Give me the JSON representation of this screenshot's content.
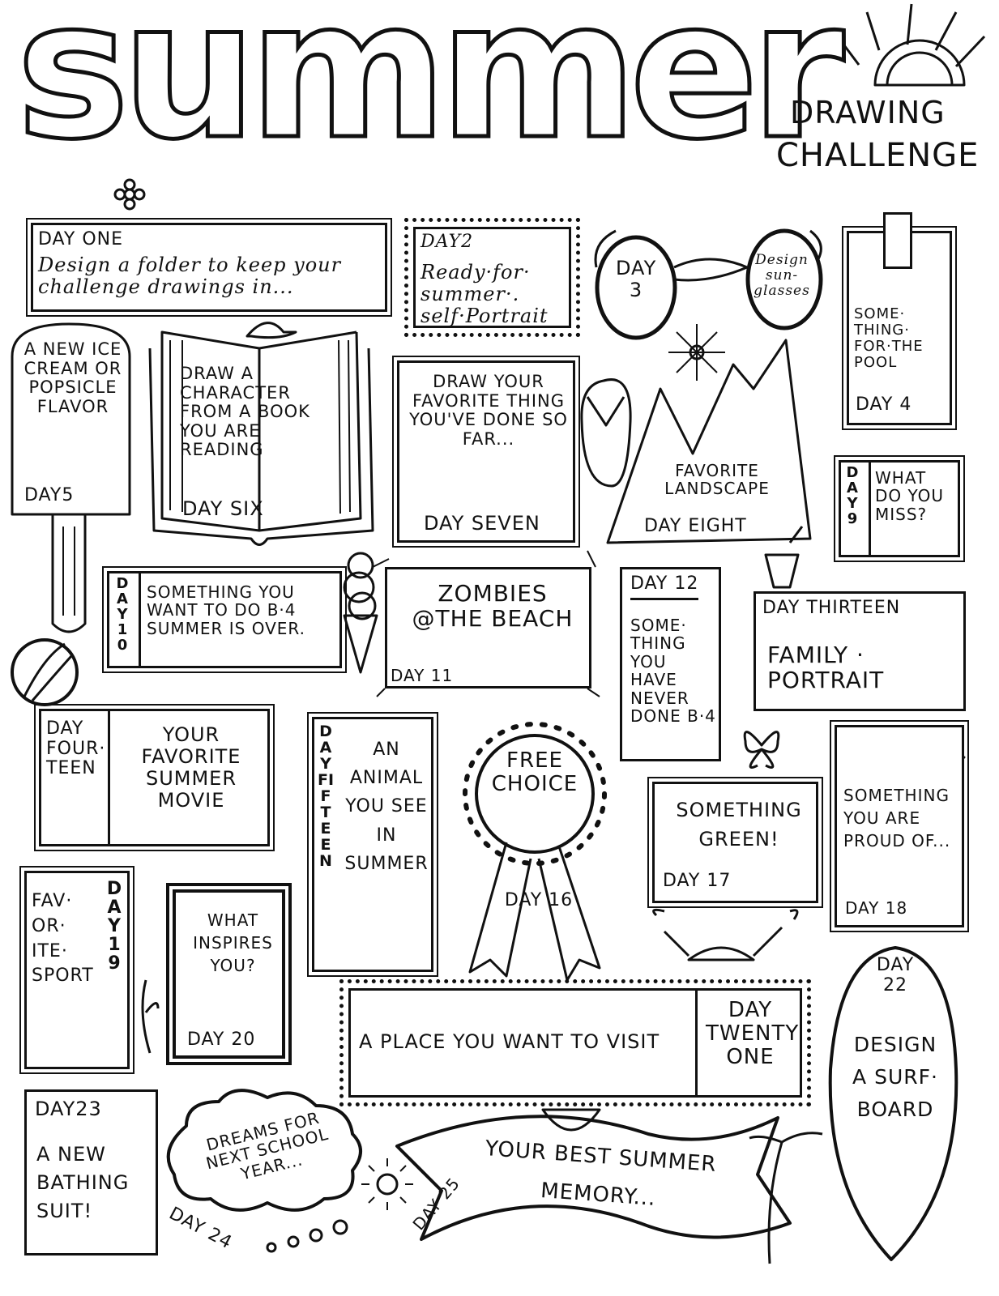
{
  "header": {
    "title": "summer",
    "subtitle_line1": "DRAWING",
    "subtitle_line2": "CHALLENGE"
  },
  "prompts": {
    "d1": {
      "day": "DAY ONE",
      "text": "Design a folder to keep your challenge drawings in..."
    },
    "d2": {
      "day": "DAY2",
      "text": "Ready·for· summer·. self·Portrait"
    },
    "d3": {
      "day": "DAY 3",
      "text": "Design sun-glasses"
    },
    "d4": {
      "day": "DAY 4",
      "text": "SOME· THING· FOR·THE POOL"
    },
    "d5": {
      "day": "DAY5",
      "text": "A NEW ICE CREAM OR POPSICLE FLAVOR"
    },
    "d6": {
      "day": "DAY SIX",
      "text": "DRAW A CHARACTER FROM A BOOK YOU ARE READING"
    },
    "d7": {
      "day": "DAY SEVEN",
      "text": "DRAW YOUR FAVORITE THING YOU'VE DONE SO FAR..."
    },
    "d8": {
      "day": "DAY EIGHT",
      "text": "FAVORITE LANDSCAPE"
    },
    "d9": {
      "day": "DAY 9",
      "text": "WHAT DO YOU MISS?"
    },
    "d10": {
      "day": "DAY 10",
      "text": "SOMETHING YOU WANT TO DO B·4 SUMMER IS OVER."
    },
    "d11": {
      "day": "DAY 11",
      "text": "ZOMBIES @THE BEACH"
    },
    "d12": {
      "day": "DAY 12",
      "text": "SOME· THING YOU HAVE NEVER DONE B·4"
    },
    "d13": {
      "day": "DAY THIRTEEN",
      "text": "FAMILY · PORTRAIT"
    },
    "d14": {
      "day": "DAY FOUR· TEEN",
      "text": "YOUR FAVORITE SUMMER MOVIE"
    },
    "d15": {
      "day": "DAYFIFTEEN",
      "text": "AN ANIMAL YOU SEE IN SUMMER"
    },
    "d16": {
      "day": "DAY 16",
      "text": "FREE CHOICE"
    },
    "d17": {
      "day": "DAY 17",
      "text": "SOMETHING GREEN!"
    },
    "d18": {
      "day": "DAY 18",
      "text": "SOMETHING YOU ARE PROUD OF..."
    },
    "d19": {
      "day": "DAY19",
      "text": "FAV· OR· ITE· SPORT"
    },
    "d20": {
      "day": "DAY 20",
      "text": "WHAT INSPIRES YOU?"
    },
    "d21": {
      "day": "DAY TWENTY ONE",
      "text": "A PLACE YOU WANT TO VISIT"
    },
    "d22": {
      "day": "DAY 22",
      "text": "DESIGN A SURF· BOARD"
    },
    "d23": {
      "day": "DAY23",
      "text": "A NEW BATHING SUIT!"
    },
    "d24": {
      "day": "DAY 24",
      "text": "DREAMS FOR NEXT SCHOOL YEAR..."
    },
    "d25": {
      "day": "DAY 25",
      "text": "YOUR BEST SUMMER MEMORY..."
    }
  }
}
